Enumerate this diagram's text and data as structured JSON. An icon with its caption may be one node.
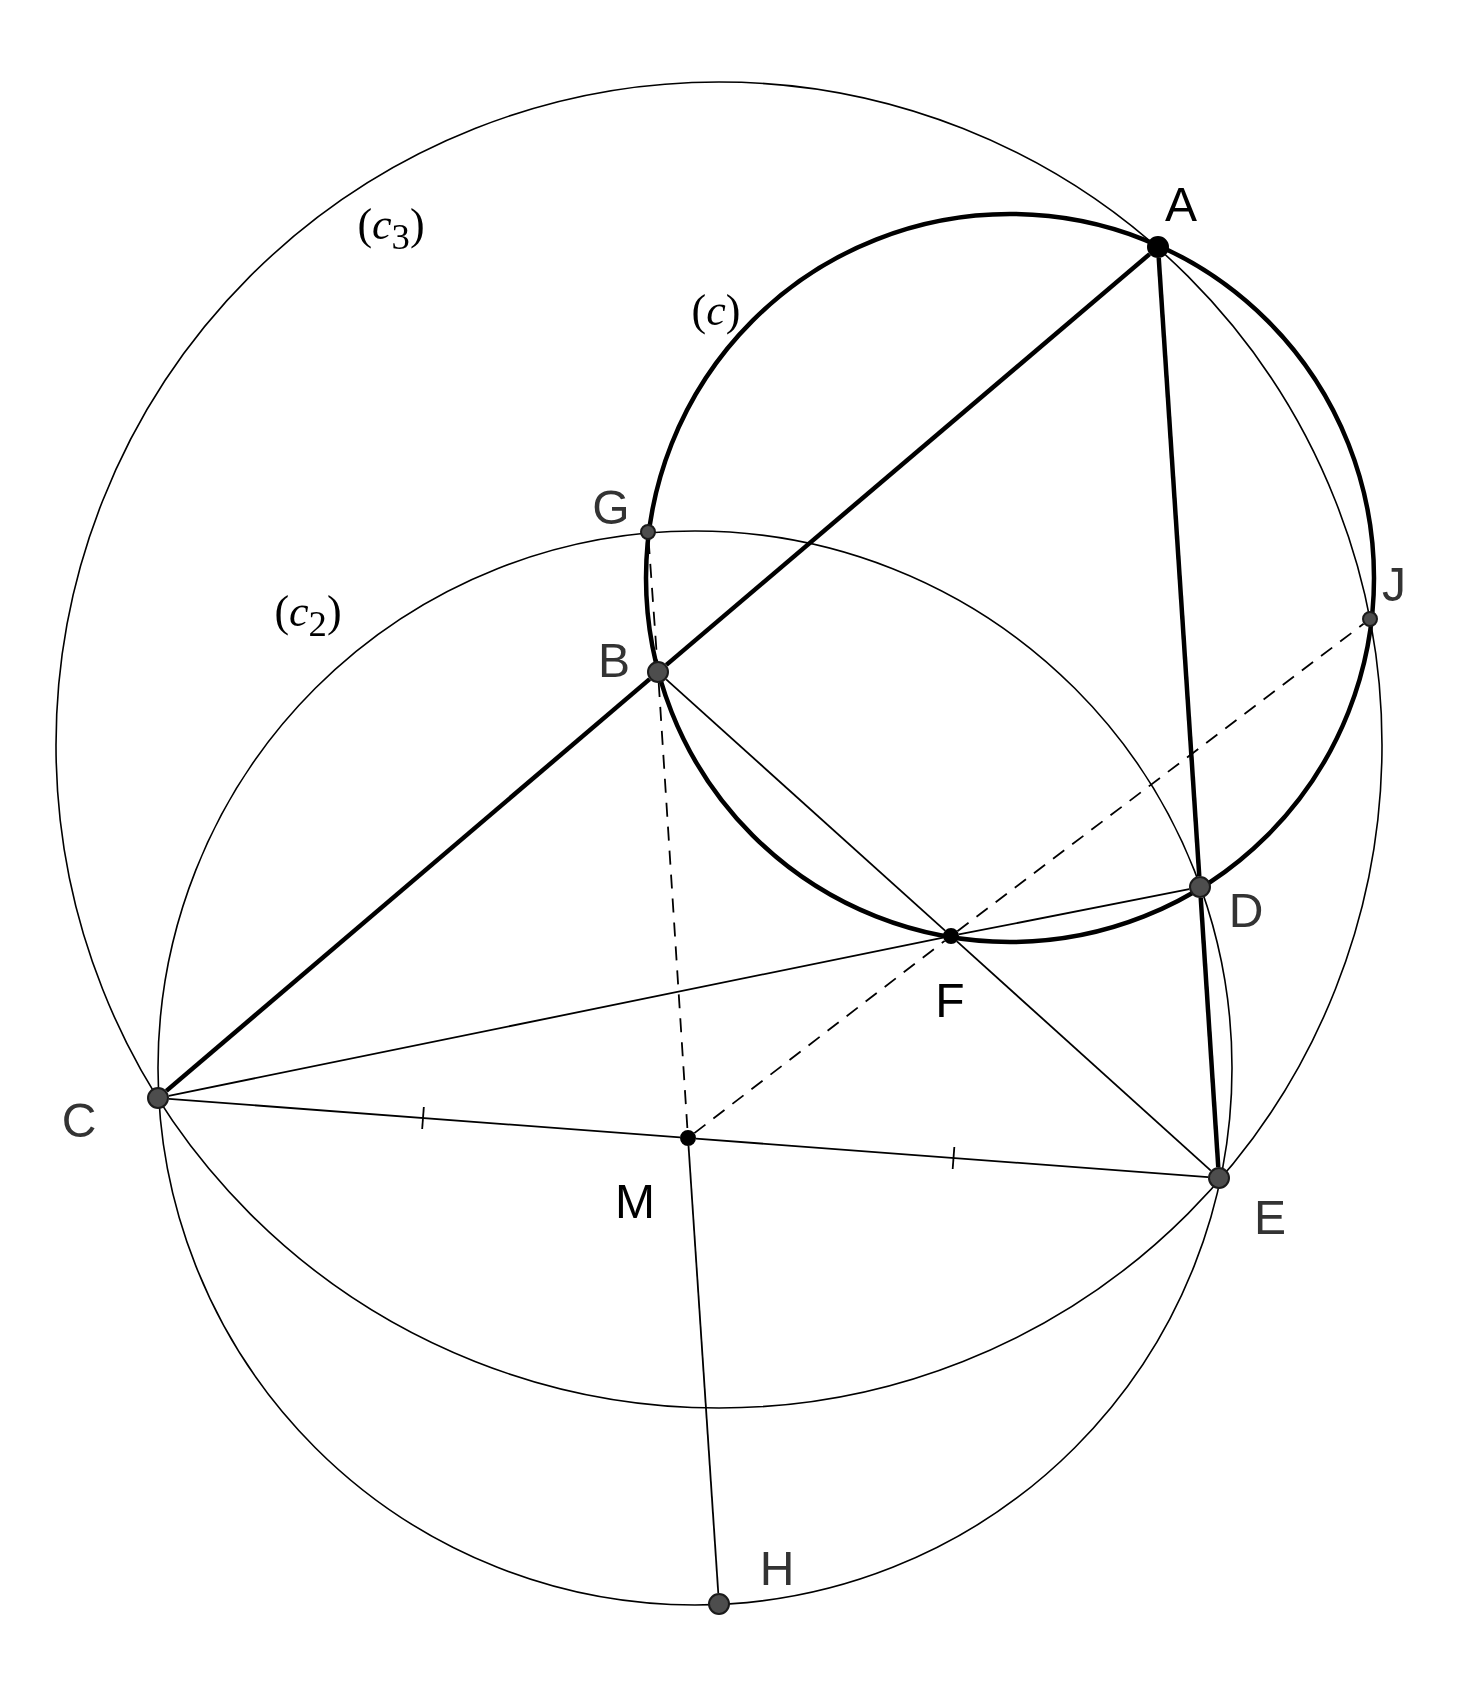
{
  "diagram": {
    "nodes": [
      {
        "text": [
          "A"
        ]
      },
      {
        "text": [
          "G"
        ]
      },
      {
        "text": [
          "J"
        ]
      },
      {
        "text": [
          "B"
        ]
      },
      {
        "text": [
          "D"
        ]
      },
      {
        "text": [
          "F"
        ]
      },
      {
        "text": [
          "C"
        ]
      },
      {
        "text": [
          "E"
        ]
      },
      {
        "text": [
          "M"
        ]
      },
      {
        "text": [
          "H"
        ]
      }
    ],
    "edges": [
      {
        "from": 0,
        "to": 3,
        "arrow": "none",
        "style": "thick"
      },
      {
        "from": 3,
        "to": 6,
        "arrow": "none",
        "style": "thick"
      },
      {
        "from": 0,
        "to": 4,
        "arrow": "none",
        "style": "thick"
      },
      {
        "from": 4,
        "to": 7,
        "arrow": "none",
        "style": "thick"
      },
      {
        "from": 6,
        "to": 8,
        "arrow": "none"
      },
      {
        "from": 8,
        "to": 7,
        "arrow": "none"
      },
      {
        "from": 6,
        "to": 5,
        "arrow": "none"
      },
      {
        "from": 5,
        "to": 4,
        "arrow": "none"
      },
      {
        "from": 3,
        "to": 5,
        "arrow": "none"
      },
      {
        "from": 5,
        "to": 7,
        "arrow": "none"
      },
      {
        "from": 1,
        "to": 3,
        "arrow": "none",
        "style": "dashed"
      },
      {
        "from": 3,
        "to": 8,
        "arrow": "none",
        "style": "dashed"
      },
      {
        "from": 8,
        "to": 5,
        "arrow": "none",
        "style": "dashed"
      },
      {
        "from": 5,
        "to": 2,
        "arrow": "none",
        "style": "dashed"
      },
      {
        "from": 8,
        "to": 9,
        "arrow": "none"
      }
    ],
    "labels": [
      "(*c*$_{3}$)",
      "(*c*)",
      "(*c*$_{2}$)"
    ]
  }
}
